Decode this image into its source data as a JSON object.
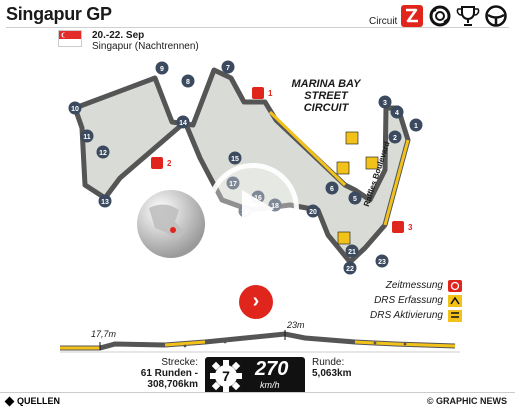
{
  "header": {
    "title": "Singapur GP",
    "date": "20.-22. Sep",
    "location": "Singapur (Nachtrennen)",
    "circuit_label": "Circuit"
  },
  "circuit_name": [
    "MARINA BAY",
    "STREET",
    "CIRCUIT"
  ],
  "turns": [
    "1",
    "2",
    "3",
    "4",
    "5",
    "6",
    "7",
    "8",
    "9",
    "10",
    "11",
    "12",
    "13",
    "14",
    "15",
    "16",
    "17",
    "18",
    "19",
    "20",
    "21",
    "22",
    "23"
  ],
  "sectors": [
    "1",
    "2",
    "3"
  ],
  "street_label": "Raffles Boulevard",
  "legend": {
    "timing": "Zeitmessung",
    "drs_detect": "DRS Erfassung",
    "drs_active": "DRS Aktivierung"
  },
  "elevation": {
    "low": "17,7m",
    "high": "23m"
  },
  "stats": {
    "distance_label": "Strecke:",
    "distance_laps": "61 Runden -",
    "distance_km": "308,706km",
    "gear": "7",
    "speed": "270",
    "speed_unit": "km/h",
    "lap_label": "Runde:",
    "lap_km": "5,063km"
  },
  "footer": {
    "sources": "QUELLEN",
    "credit": "© GRAPHIC NEWS"
  },
  "colors": {
    "accent": "#e0261c",
    "drs": "#f2c21b",
    "track": "#d9dcd6"
  }
}
